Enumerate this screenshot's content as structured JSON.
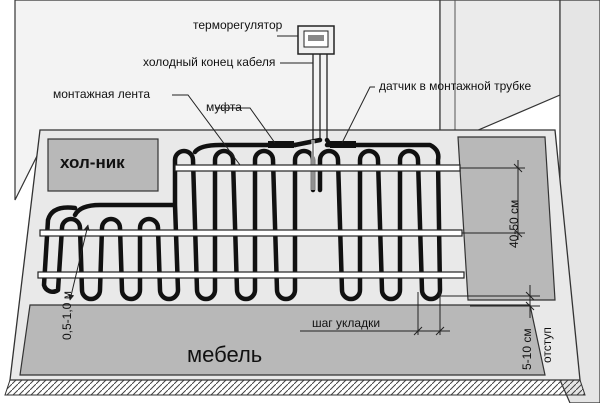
{
  "labels": {
    "thermostat": "терморегулятор",
    "cold_end": "холодный конец кабеля",
    "mounting_tape": "монтажная лента",
    "coupling": "муфта",
    "sensor": "датчик в монтажной трубке",
    "fridge": "хол-ник",
    "furniture": "мебель",
    "step": "шаг укладки",
    "spacing_40_50": "40-50 см",
    "spacing_05_10": "0,5-1,0 м",
    "spacing_5_10": "5-10 см",
    "indent": "отступ"
  },
  "colors": {
    "floor": "#e6e6e6",
    "wall": "#f4f4f4",
    "block": "#b5b5b5",
    "cable": "#111111",
    "line": "#222222"
  }
}
